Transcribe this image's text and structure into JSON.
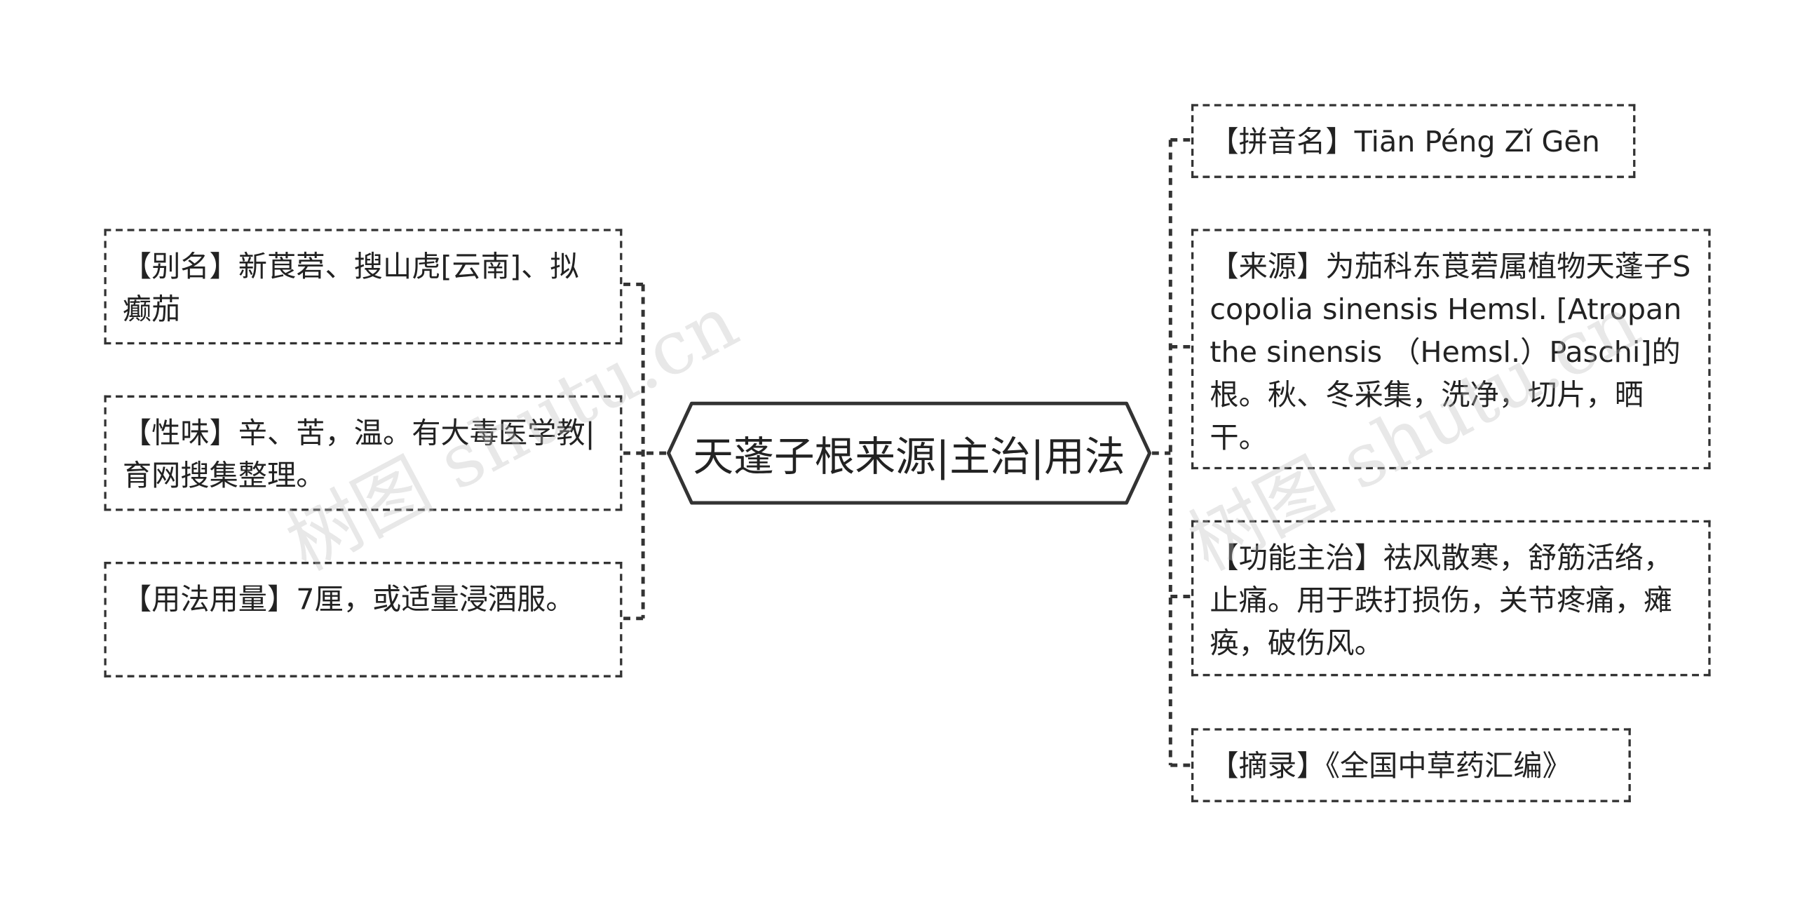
{
  "root": {
    "title": "天蓬子根来源|主治|用法"
  },
  "left_nodes": [
    {
      "text": "【别名】新莨菪、搜山虎[云南]、拟癫茄"
    },
    {
      "text": "【性味】辛、苦，温。有大毒医学教|育网搜集整理。"
    },
    {
      "text": "【用法用量】7厘，或适量浸酒服。"
    }
  ],
  "right_nodes": [
    {
      "text": "【拼音名】Tiān Péng Zǐ Gēn"
    },
    {
      "text": "【来源】为茄科东莨菪属植物天蓬子Scopolia sinensis Hemsl. [Atropanthe sinensis （Hemsl.）Paschi]的根。秋、冬采集，洗净，切片，晒干。"
    },
    {
      "text": "【功能主治】祛风散寒，舒筋活络，止痛。用于跌打损伤，关节疼痛，瘫痪，破伤风。"
    },
    {
      "text": "【摘录】《全国中草药汇编》"
    }
  ],
  "watermark": {
    "text": "树图 shutu.cn"
  },
  "colors": {
    "border": "#333333",
    "text": "#222222",
    "watermark": "#bebebe",
    "background": "#ffffff"
  }
}
